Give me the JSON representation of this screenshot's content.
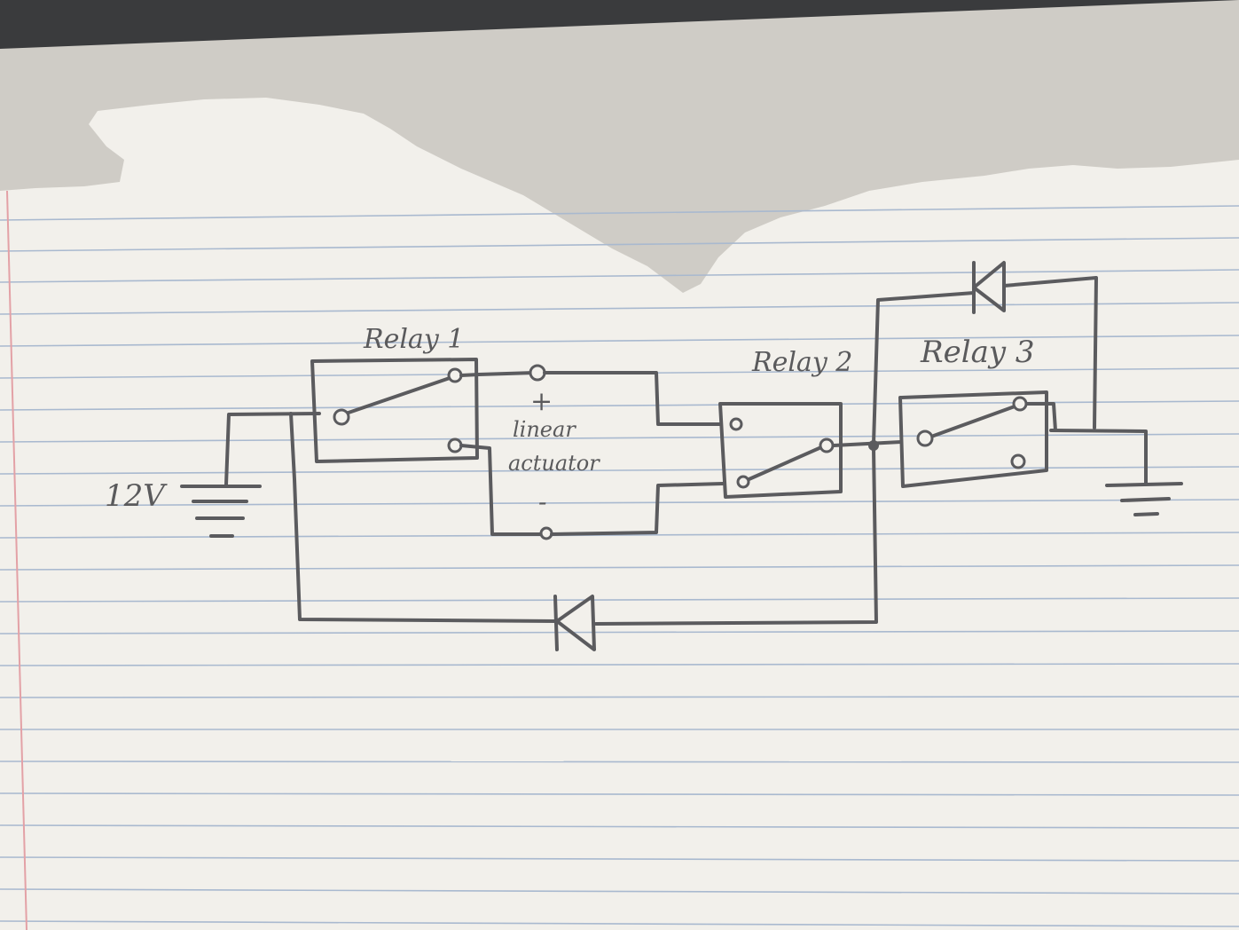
{
  "diagram": {
    "relay1_label": "Relay 1",
    "relay2_label": "Relay 2",
    "relay3_label": "Relay 3",
    "battery_label": "12V",
    "actuator_label_line1": "linear",
    "actuator_label_line2": "actuator",
    "actuator_plus": "+",
    "actuator_minus": "-"
  },
  "colors": {
    "ink": "#5b5b5e",
    "paper": "#f2f0eb",
    "background": "#3a3b3d",
    "ruled_line": "#a9b9cf",
    "margin_line": "#e3a1a6"
  }
}
